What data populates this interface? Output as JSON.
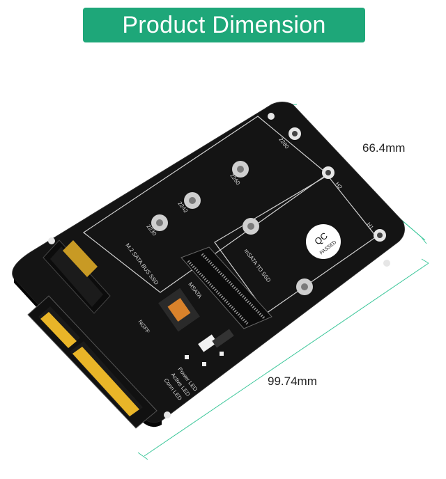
{
  "header": {
    "title": "Product Dimension"
  },
  "dimensions": {
    "width": "66.4mm",
    "length": "99.74mm"
  },
  "board": {
    "m2_label": "M.2 SATA BUS SSD",
    "msata_label": "mSATA TO SSD",
    "msata_slot_label": "MSATA",
    "ngff_label": "NGFF",
    "qc_label": "QC",
    "passed_label": "PASSED",
    "h1_label": "H1",
    "h2_label": "H2",
    "sizes": [
      "2230",
      "2242",
      "2260",
      "2280"
    ],
    "led_labels": [
      "Power LED",
      "Active LED",
      "Conn LED"
    ]
  },
  "colors": {
    "accent": "#1ea779",
    "dimension_line": "#3cc79a",
    "pcb": "#141414",
    "mount_hole": "#e6e6e6",
    "gold": "#e9b528"
  }
}
